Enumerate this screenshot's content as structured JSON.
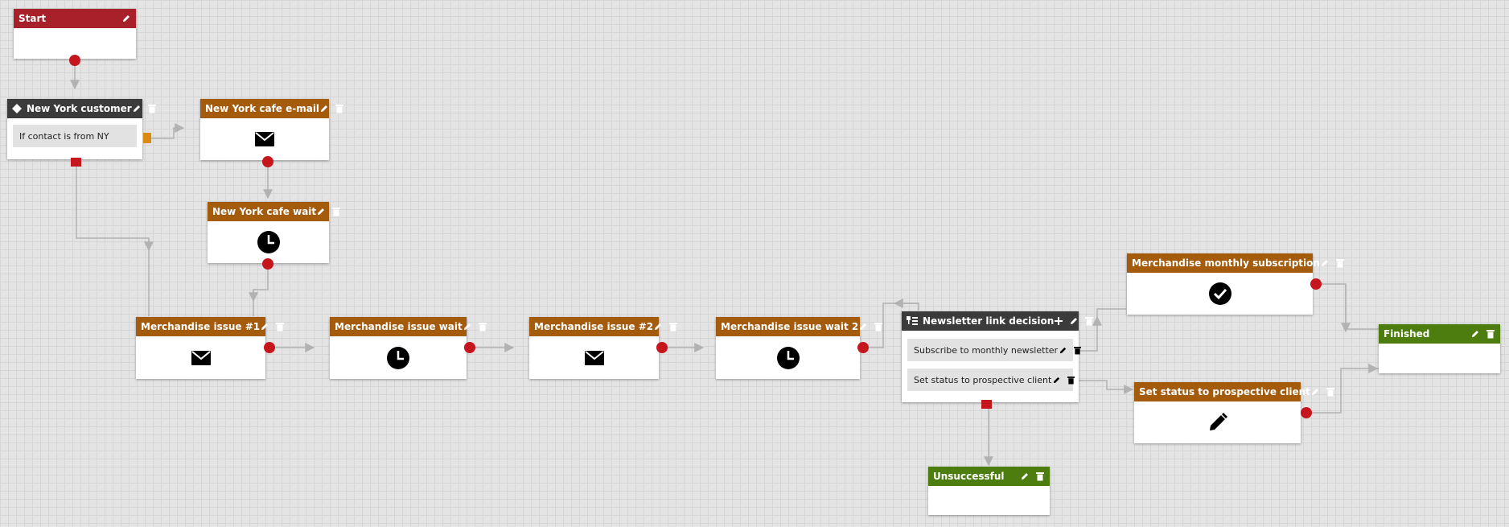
{
  "nodes": {
    "start": {
      "title": "Start"
    },
    "ny_customer": {
      "title": "New York customer",
      "condition": "If contact is from NY"
    },
    "ny_email": {
      "title": "New York cafe e-mail"
    },
    "ny_wait": {
      "title": "New York cafe wait"
    },
    "merch1": {
      "title": "Merchandise issue #1"
    },
    "merch_wait": {
      "title": "Merchandise issue wait"
    },
    "merch2": {
      "title": "Merchandise issue #2"
    },
    "merch_wait2": {
      "title": "Merchandise issue wait 2"
    },
    "newsletter": {
      "title": "Newsletter link decision",
      "cases": [
        "Subscribe to monthly newsletter",
        "Set status to prospective client"
      ]
    },
    "monthly": {
      "title": "Merchandise monthly subscription"
    },
    "set_status": {
      "title": "Set status to prospective client"
    },
    "finished": {
      "title": "Finished"
    },
    "unsuccessful": {
      "title": "Unsuccessful"
    }
  },
  "colors": {
    "start": "#a8202a",
    "action": "#a45c0c",
    "decision": "#3b3b3b",
    "end": "#4d7d0e",
    "port": "#c4161c",
    "condition_port": "#dc8a12"
  },
  "icons": [
    "edit-icon",
    "delete-icon",
    "add-icon",
    "envelope-icon",
    "clock-icon",
    "checkmark-icon",
    "pencil-icon",
    "diamond-icon",
    "decision-icon"
  ]
}
